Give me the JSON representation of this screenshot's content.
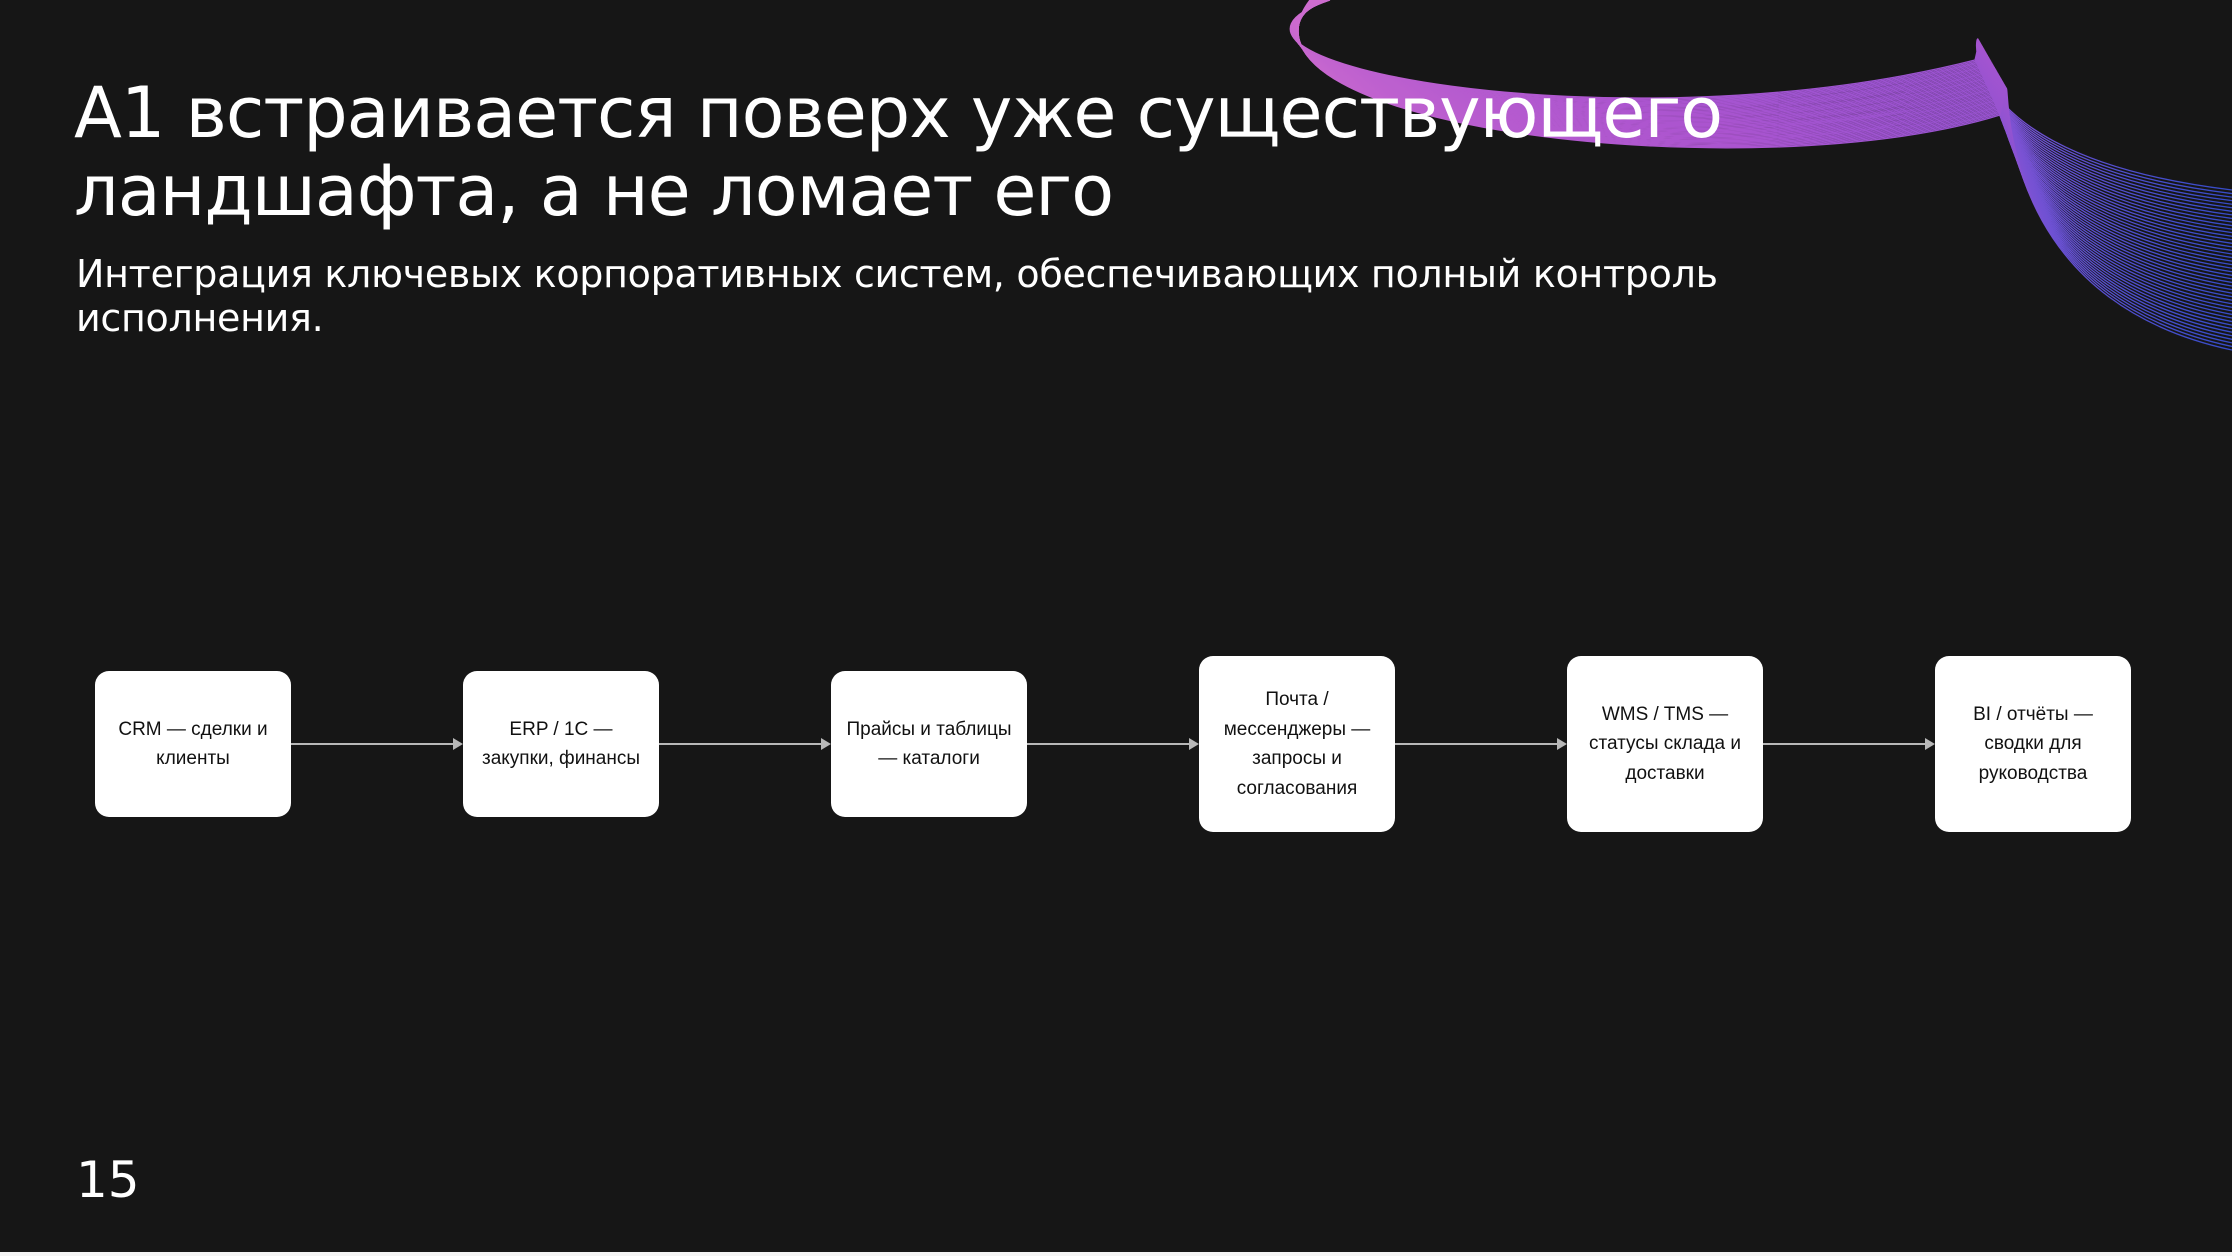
{
  "slide": {
    "title": "A1 встраивается поверх уже существующего ландшафта, а не ломает его",
    "subtitle": "Интеграция ключевых корпоративных систем, обеспечивающих полный контроль исполнения.",
    "page_number": "15"
  },
  "flow": {
    "nodes": [
      {
        "text": "CRM — сделки и клиенты"
      },
      {
        "text": "ERP / 1С — закупки, финансы"
      },
      {
        "text": "Прайсы и таблицы — каталоги"
      },
      {
        "text": "Почта / мессенджеры — запросы и согласования"
      },
      {
        "text": "WMS / TMS — статусы склада и доставки"
      },
      {
        "text": "BI / отчёты — сводки для руководства"
      }
    ],
    "arrows": [
      {
        "from": 0,
        "to": 1
      },
      {
        "from": 1,
        "to": 2
      },
      {
        "from": 2,
        "to": 3
      },
      {
        "from": 3,
        "to": 4
      },
      {
        "from": 4,
        "to": 5
      }
    ]
  },
  "colors": {
    "background": "#161616",
    "node_fill": "#ffffff",
    "connector": "#b8b8b8",
    "ribbon_pink": "#e070e8",
    "ribbon_blue": "#4a5cf0"
  }
}
